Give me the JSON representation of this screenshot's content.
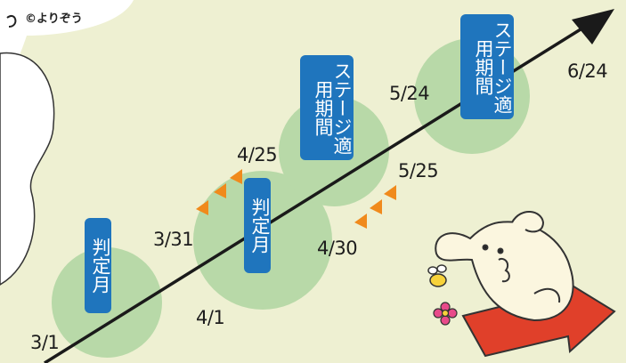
{
  "copyright": "©よりぞう",
  "dates": {
    "d0301": "3/1",
    "d0331": "3/31",
    "d0401": "4/1",
    "d0425": "4/25",
    "d0430": "4/30",
    "d0524": "5/24",
    "d0525": "5/25",
    "d0624": "6/24"
  },
  "labels": {
    "judge1": "判定月",
    "judge2": "判定月",
    "stage1": "ステージ適用期間",
    "stage2": "ステージ適用期間"
  },
  "colors": {
    "background": "#eef0d2",
    "circle": "#b8d9a8",
    "label_box": "#1f75bd",
    "arrowheads": "#f08a1c",
    "mascot_arrow": "#e0402a"
  }
}
